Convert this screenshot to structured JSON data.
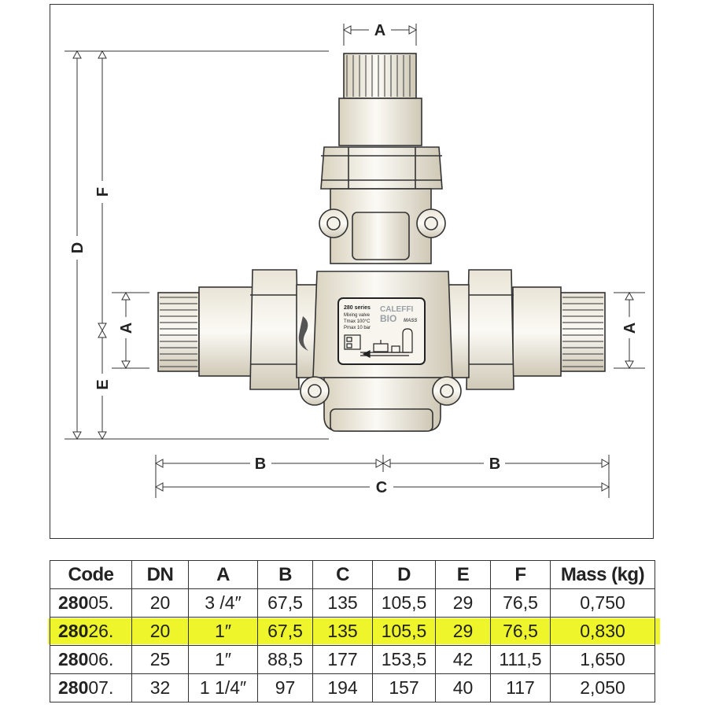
{
  "drawing": {
    "dimension_labels": {
      "a_top": "A",
      "d": "D",
      "f": "F",
      "e": "E",
      "a_left": "A",
      "a_right": "A",
      "b_left": "B",
      "b_right": "B",
      "c": "C"
    },
    "nameplate": {
      "series": "280 series",
      "name": "Mixing valve",
      "tmax": "Tmax 100°C",
      "pmax": "Pmax 10 bar",
      "brand_line1": "CALEFFI",
      "brand_line2": "BIO",
      "brand_line3": "MASS"
    }
  },
  "table": {
    "headers": [
      "Code",
      "DN",
      "A",
      "B",
      "C",
      "D",
      "E",
      "F",
      "Mass (kg)"
    ],
    "rows": [
      {
        "code_prefix": "280",
        "code_suffix": "05.",
        "dn": "20",
        "a": "3 /4″",
        "b": "67,5",
        "c": "135",
        "d": "105,5",
        "e": "29",
        "f": "76,5",
        "mass": "0,750",
        "highlighted": false
      },
      {
        "code_prefix": "280",
        "code_suffix": "26.",
        "dn": "20",
        "a": "1″",
        "b": "67,5",
        "c": "135",
        "d": "105,5",
        "e": "29",
        "f": "76,5",
        "mass": "0,830",
        "highlighted": true
      },
      {
        "code_prefix": "280",
        "code_suffix": "06.",
        "dn": "25",
        "a": "1″",
        "b": "88,5",
        "c": "177",
        "d": "153,5",
        "e": "42",
        "f": "111,5",
        "mass": "1,650",
        "highlighted": false
      },
      {
        "code_prefix": "280",
        "code_suffix": "07.",
        "dn": "32",
        "a": "1 1/4″",
        "b": "97",
        "c": "194",
        "d": "157",
        "e": "40",
        "f": "117",
        "mass": "2,050",
        "highlighted": false
      }
    ]
  },
  "colors": {
    "highlight": "#eef52a",
    "line": "#222222"
  }
}
